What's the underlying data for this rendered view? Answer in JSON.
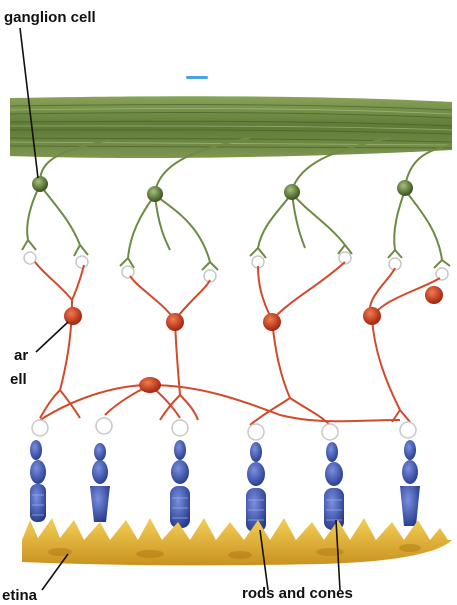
{
  "labels": {
    "ganglion": "ganglion cell",
    "bipolar_line1": "ar",
    "bipolar_line2": "ell",
    "retina": "etina",
    "rods_cones": "rods and cones"
  },
  "colors": {
    "nerve_fiber": "#6f8a45",
    "ganglion_cell": "#5c7a3c",
    "bipolar_cell": "#d24a2a",
    "photoreceptor": "#3a4fa8",
    "pigment_layer": "#e8b73a",
    "leader_line": "#111111",
    "accent_mark": "#4aa3e0"
  },
  "icons": {
    "ganglion_cell": "green-neuron-icon",
    "bipolar_cell": "red-neuron-icon",
    "photoreceptor": "blue-rod-cone-icon"
  }
}
